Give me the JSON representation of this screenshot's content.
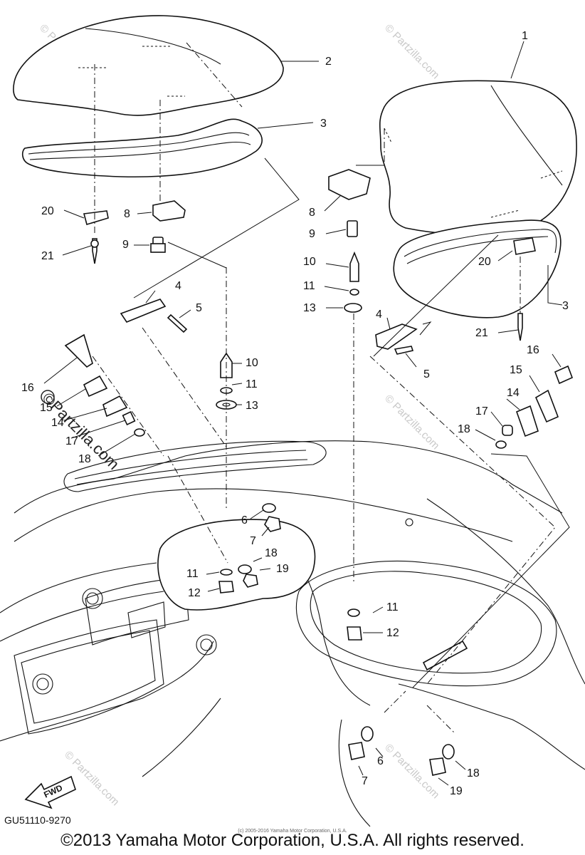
{
  "diagram": {
    "callouts": [
      {
        "id": "c1",
        "text": "1"
      },
      {
        "id": "c2",
        "text": "2"
      },
      {
        "id": "c3a",
        "text": "3"
      },
      {
        "id": "c3b",
        "text": "3"
      },
      {
        "id": "c4a",
        "text": "4"
      },
      {
        "id": "c4b",
        "text": "4"
      },
      {
        "id": "c5a",
        "text": "5"
      },
      {
        "id": "c5b",
        "text": "5"
      },
      {
        "id": "c6a",
        "text": "6"
      },
      {
        "id": "c6b",
        "text": "6"
      },
      {
        "id": "c7a",
        "text": "7"
      },
      {
        "id": "c7b",
        "text": "7"
      },
      {
        "id": "c8a",
        "text": "8"
      },
      {
        "id": "c8b",
        "text": "8"
      },
      {
        "id": "c9a",
        "text": "9"
      },
      {
        "id": "c9b",
        "text": "9"
      },
      {
        "id": "c10a",
        "text": "10"
      },
      {
        "id": "c10b",
        "text": "10"
      },
      {
        "id": "c11a",
        "text": "11"
      },
      {
        "id": "c11b",
        "text": "11"
      },
      {
        "id": "c11c",
        "text": "11"
      },
      {
        "id": "c11d",
        "text": "11"
      },
      {
        "id": "c12a",
        "text": "12"
      },
      {
        "id": "c12b",
        "text": "12"
      },
      {
        "id": "c13a",
        "text": "13"
      },
      {
        "id": "c13b",
        "text": "13"
      },
      {
        "id": "c14a",
        "text": "14"
      },
      {
        "id": "c14b",
        "text": "14"
      },
      {
        "id": "c15a",
        "text": "15"
      },
      {
        "id": "c15b",
        "text": "15"
      },
      {
        "id": "c16a",
        "text": "16"
      },
      {
        "id": "c16b",
        "text": "16"
      },
      {
        "id": "c17a",
        "text": "17"
      },
      {
        "id": "c17b",
        "text": "17"
      },
      {
        "id": "c18a",
        "text": "18"
      },
      {
        "id": "c18b",
        "text": "18"
      },
      {
        "id": "c18c",
        "text": "18"
      },
      {
        "id": "c19a",
        "text": "19"
      },
      {
        "id": "c19b",
        "text": "19"
      },
      {
        "id": "c20a",
        "text": "20"
      },
      {
        "id": "c20b",
        "text": "20"
      },
      {
        "id": "c21a",
        "text": "21"
      },
      {
        "id": "c21b",
        "text": "21"
      }
    ],
    "fwd_label": "FWD",
    "diagram_code": "GU51110-9270",
    "copyright": "©2013 Yamaha Motor Corporation, U.S.A. All rights reserved.",
    "fine_print": "(c) 2005-2016 Yamaha Motor Corporation, U.S.A.",
    "watermark": "© Partzilla.com",
    "watermark_large": "©Partzilla.com"
  }
}
